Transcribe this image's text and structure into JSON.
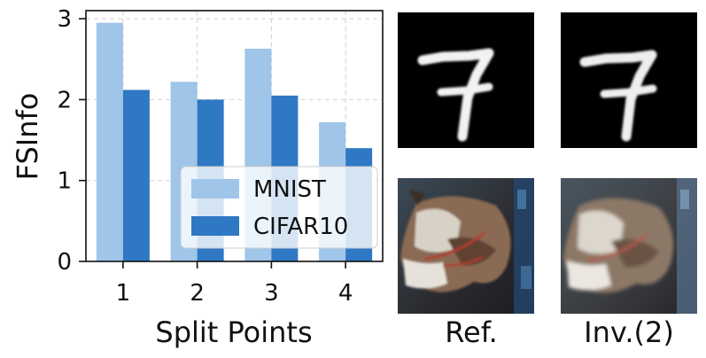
{
  "chart_data": {
    "type": "bar",
    "categories": [
      "1",
      "2",
      "3",
      "4"
    ],
    "xlabel": "Split Points",
    "ylabel": "FSInfo",
    "ylim": [
      0,
      3.1
    ],
    "yticks": [
      "0",
      "1",
      "2",
      "3"
    ],
    "grid": true,
    "legend_position": "lower-right",
    "series": [
      {
        "name": "MNIST",
        "color": "#9fc5e8",
        "values": [
          2.95,
          2.22,
          2.63,
          1.72
        ]
      },
      {
        "name": "CIFAR10",
        "color": "#2f78c4",
        "values": [
          2.12,
          2.0,
          2.05,
          1.4
        ]
      }
    ]
  },
  "images": {
    "ref_caption": "Ref.",
    "inv_caption": "Inv.(2)",
    "panels": [
      "mnist-reference-digit-7",
      "mnist-inverted-digit-7",
      "cifar10-reference-horse",
      "cifar10-inverted-horse"
    ]
  }
}
